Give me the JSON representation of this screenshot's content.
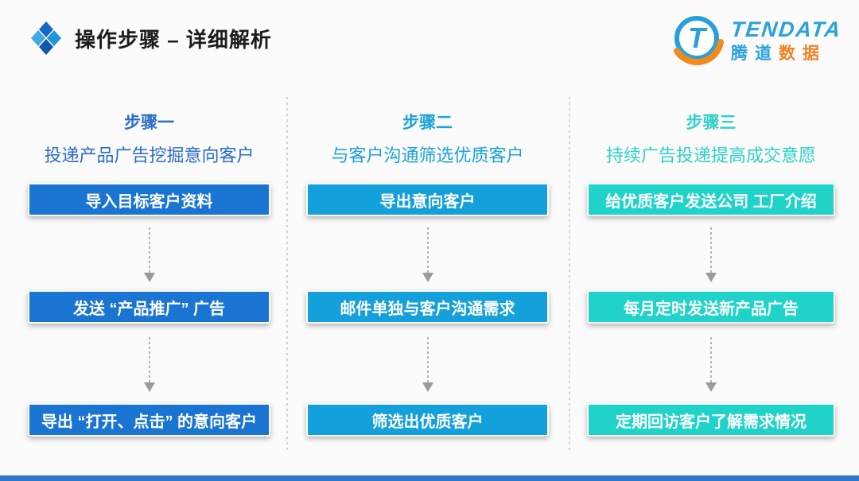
{
  "slide": {
    "background": "#fbfbfb",
    "footer_bar_color": "#2e77cb"
  },
  "header": {
    "title": "操作步骤 – 详细解析",
    "icon_colors": {
      "top": "#1467c8",
      "left": "#41aade",
      "right": "#1f97d4",
      "bottom": "#0f57ad"
    }
  },
  "logo": {
    "name": "TENDATA",
    "cn_blue": "腾道",
    "cn_orange": "数据",
    "blue": "#2aa2dc",
    "orange": "#f08324"
  },
  "columns": [
    {
      "title": "步骤一",
      "subtitle": "投递产品广告挖掘意向客户",
      "accent_color": "#2a6cc8",
      "box_color": "#1a74d2",
      "boxes": [
        "导入目标客户资料",
        "发送 “产品推广” 广告",
        "导出 “打开、点击” 的意向客户"
      ]
    },
    {
      "title": "步骤二",
      "subtitle": "与客户沟通筛选优质客户",
      "accent_color": "#1ba3da",
      "box_color": "#14a0da",
      "boxes": [
        "导出意向客户",
        "邮件单独与客户沟通需求",
        "筛选出优质客户"
      ]
    },
    {
      "title": "步骤三",
      "subtitle": "持续广告投递提高成交意愿",
      "accent_color": "#2fd0c8",
      "box_color": "#1fd3c8",
      "boxes": [
        "给优质客户发送公司 工厂介绍",
        "每月定时发送新产品广告",
        "定期回访客户了解需求情况"
      ]
    }
  ]
}
